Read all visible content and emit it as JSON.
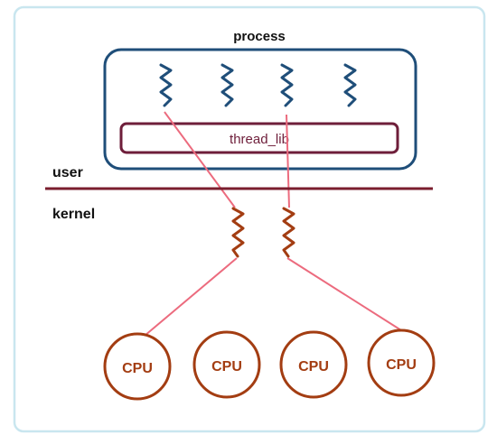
{
  "labels": {
    "process": "process",
    "thread_lib": "thread_lib",
    "user": "user",
    "kernel": "kernel"
  },
  "cpus": [
    "CPU",
    "CPU",
    "CPU",
    "CPU"
  ],
  "colors": {
    "frame": "#c9e6ef",
    "process_box": "#1f4e79",
    "user_thread": "#1f4e79",
    "thread_lib_box": "#6e1e3a",
    "divider": "#7a1e2e",
    "kernel_thread": "#a33d12",
    "cpu": "#a33d12",
    "mapping_line": "#ec6b7e"
  }
}
